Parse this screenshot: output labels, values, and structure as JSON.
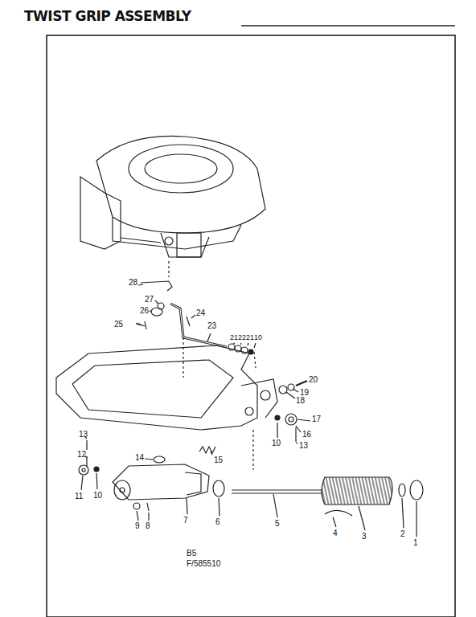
{
  "diagram": {
    "title": "TWIST GRIP ASSEMBLY",
    "labels": [
      "28",
      "27",
      "26",
      "24",
      "25",
      "23",
      "21",
      "22",
      "21",
      "10",
      "20",
      "19",
      "18",
      "17",
      "10",
      "16",
      "13",
      "13",
      "15",
      "12",
      "14",
      "11",
      "10",
      "9",
      "8",
      "7",
      "6",
      "5",
      "4",
      "3",
      "2",
      "1",
      "B5",
      "F/585510"
    ]
  }
}
